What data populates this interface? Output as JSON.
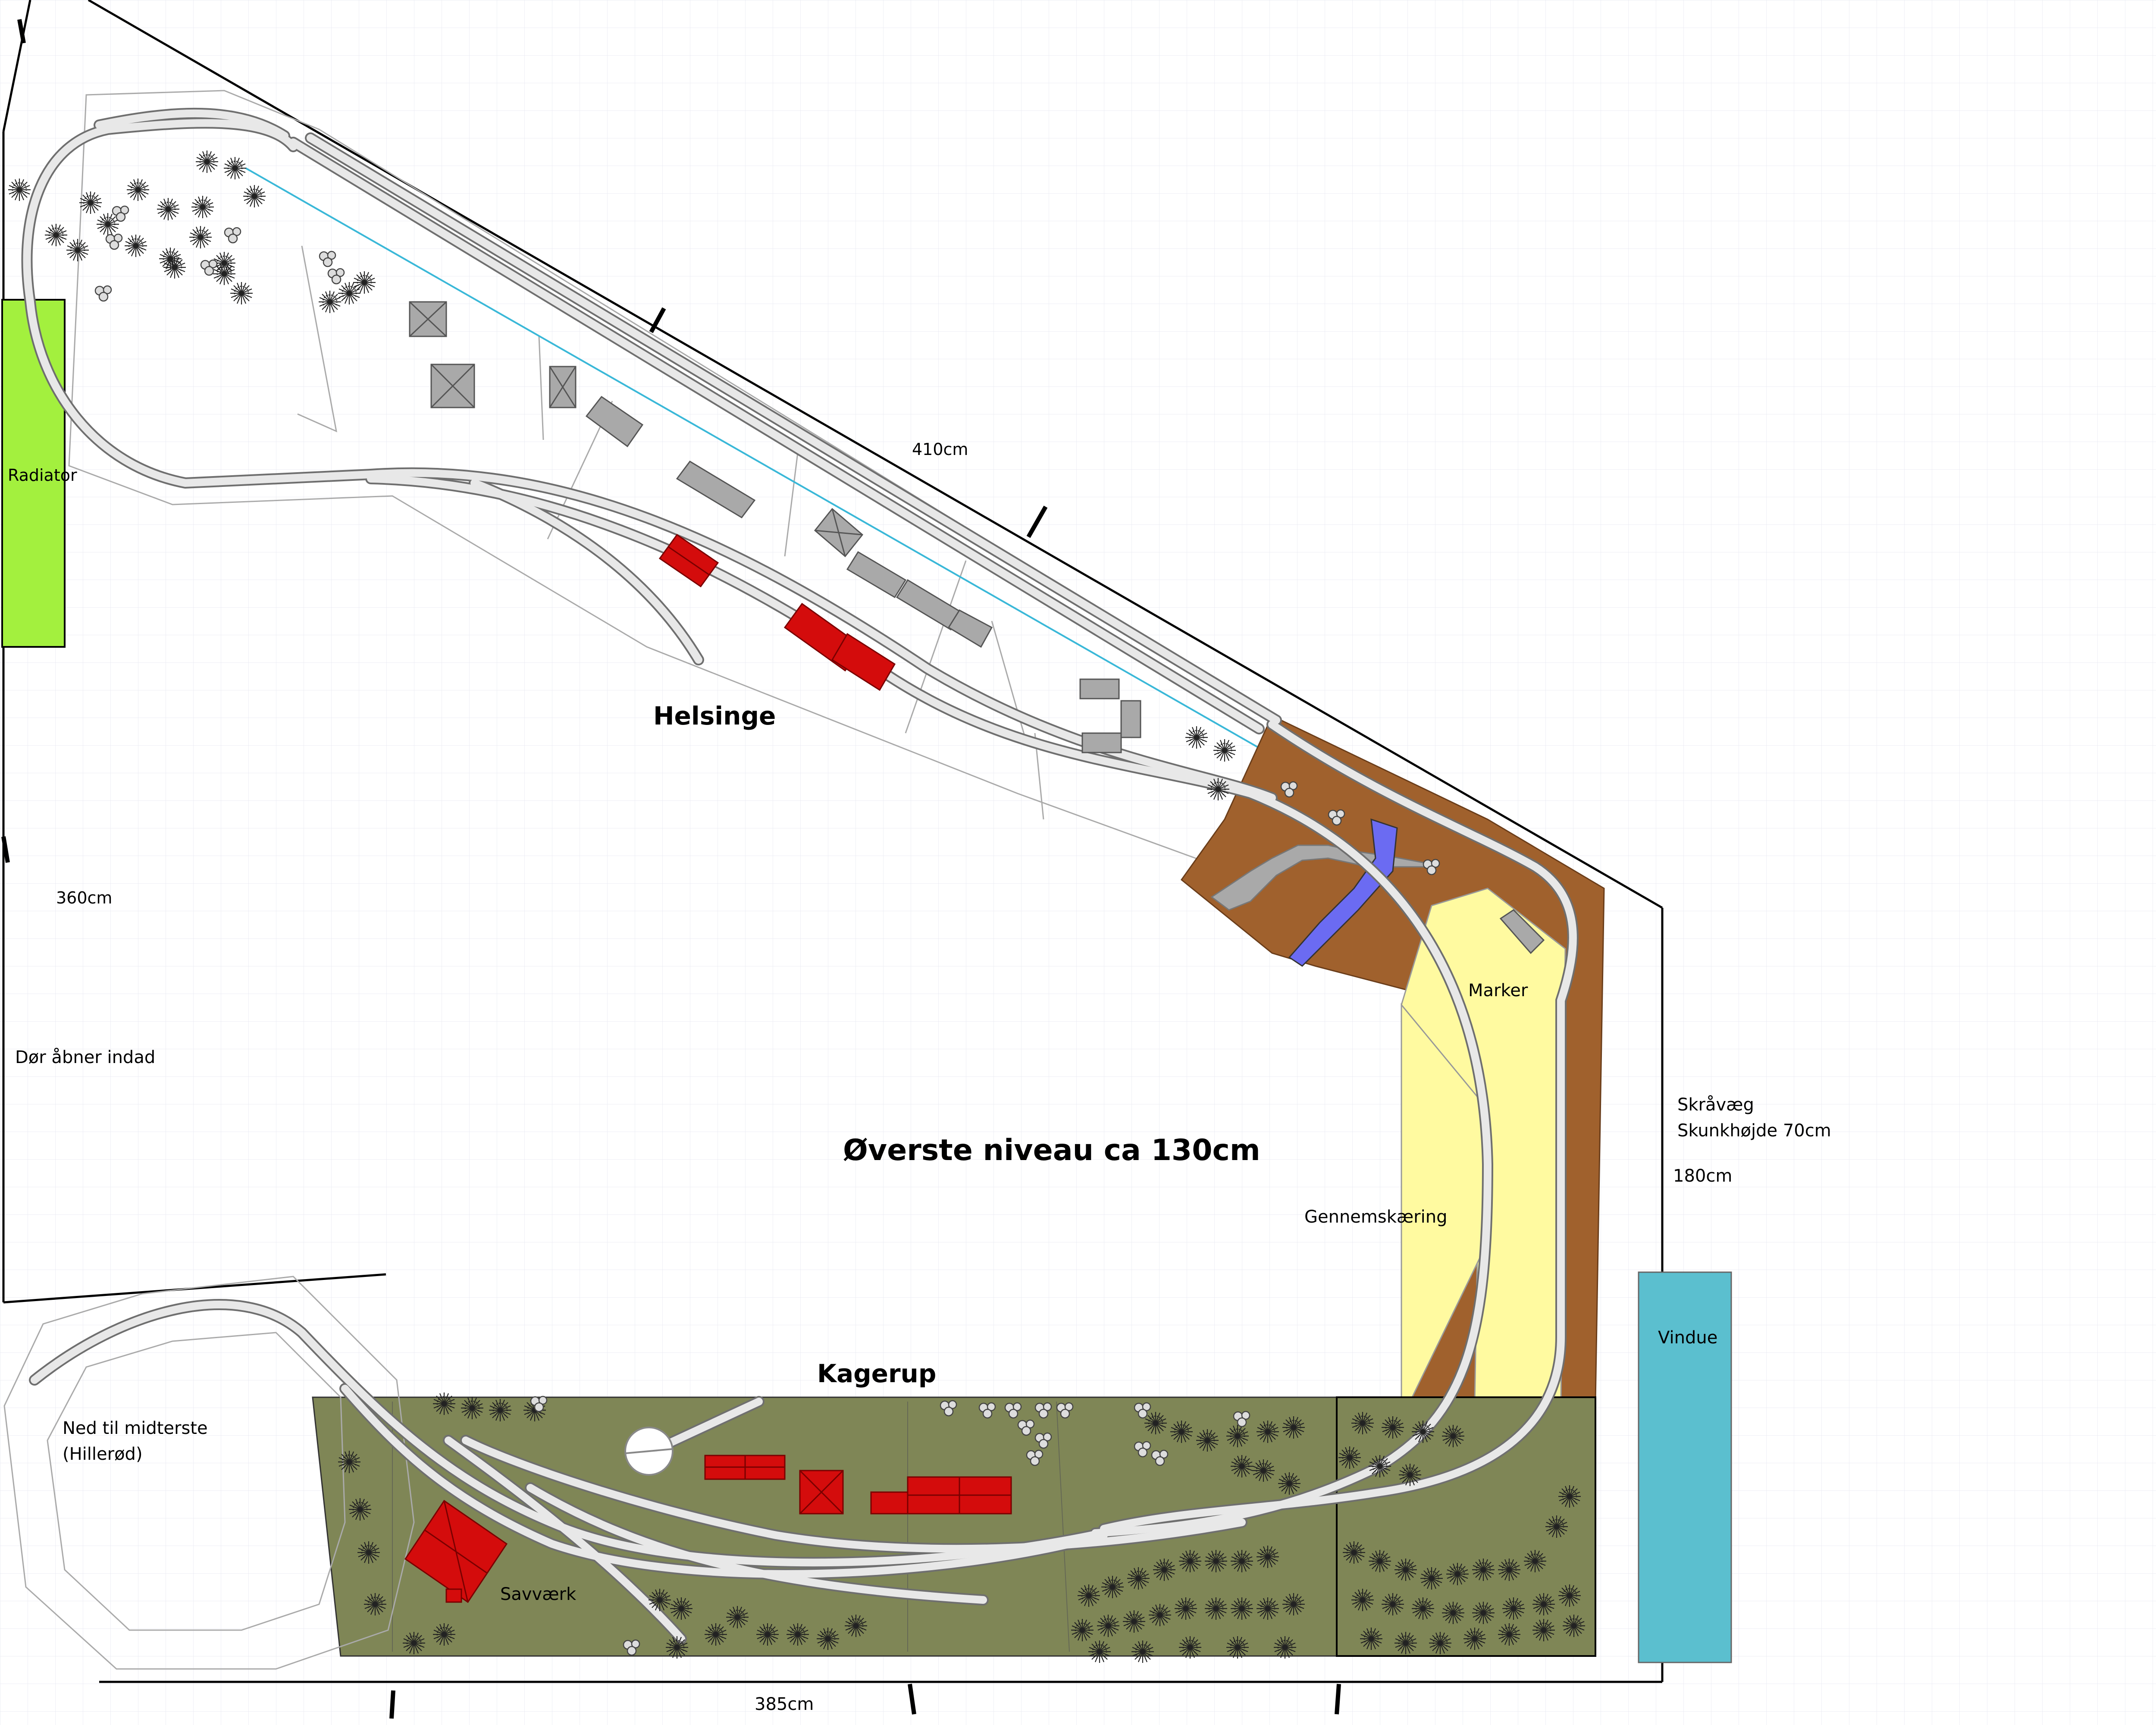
{
  "labels": {
    "radiator": "Radiator",
    "dim_top": "410cm",
    "helsinge": "Helsinge",
    "dim_left": "360cm",
    "door": "Dør åbner indad",
    "top_level": "Øverste niveau ca 130cm",
    "marker": "Marker",
    "slant_wall_1": "Skråvæg",
    "slant_wall_2": "Skunkhøjde 70cm",
    "dim_right": "180cm",
    "cutting": "Gennemskæring",
    "window": "Vindue",
    "kagerup": "Kagerup",
    "down_1": "Ned til midterste",
    "down_2": "(Hillerød)",
    "sawmill": "Savværk",
    "dim_bottom": "385cm"
  },
  "icons": {
    "tree": "tree-icon",
    "bush": "bush-icon"
  },
  "colors": {
    "radiator": "#a3f03e",
    "window": "#5bbfcf",
    "brown_terrain": "#a0612d",
    "yellow_field": "#fffaa0",
    "green_terrain": "#7f8656",
    "building_red": "#d40c0c",
    "building_gray": "#a9a9a9",
    "water": "#6b6bf2",
    "track": "#e8e8e8",
    "wall": "#000000",
    "blue_line": "#3ab8d8"
  }
}
